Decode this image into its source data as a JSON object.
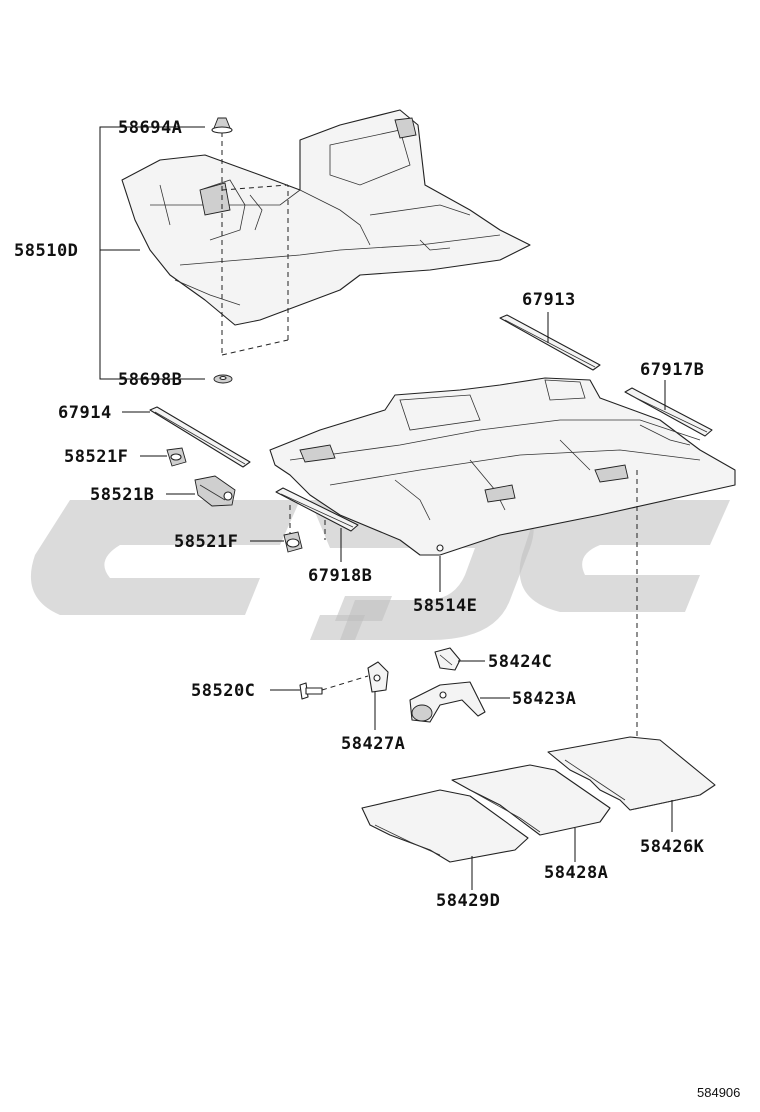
{
  "figure_number": "584906",
  "parts": {
    "p58694A": "58694A",
    "p58510D": "58510D",
    "p58698B": "58698B",
    "p67913": "67913",
    "p67917B": "67917B",
    "p67914": "67914",
    "p58521F_upper": "58521F",
    "p58521B": "58521B",
    "p58521F_lower": "58521F",
    "p67918B": "67918B",
    "p58514E": "58514E",
    "p58424C": "58424C",
    "p58520C": "58520C",
    "p58423A": "58423A",
    "p58427A": "58427A",
    "p58426K": "58426K",
    "p58428A": "58428A",
    "p58429D": "58429D"
  },
  "colors": {
    "line": "#222222",
    "watermark": "#bdbdbd",
    "panel_fill": "#f4f4f4"
  }
}
